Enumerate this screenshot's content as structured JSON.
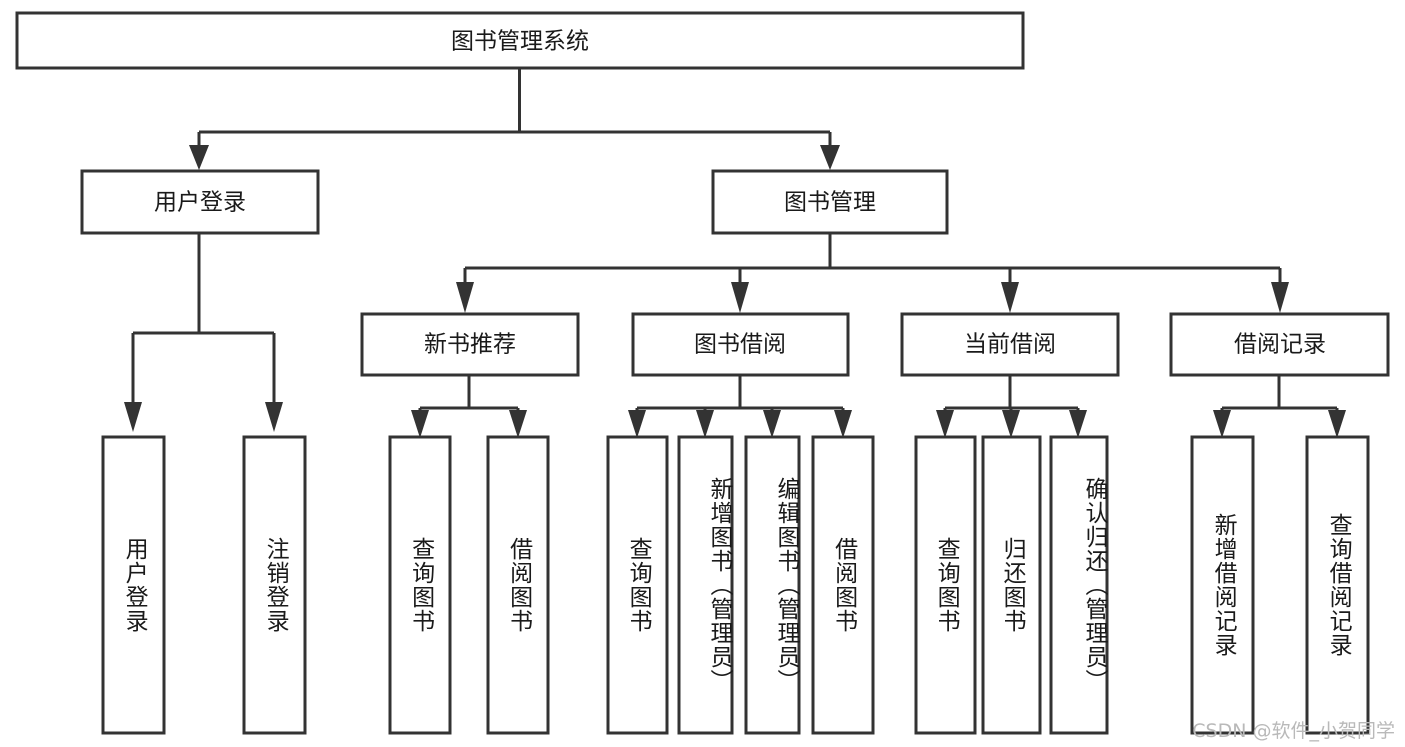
{
  "diagram": {
    "title": "图书管理系统",
    "type": "tree",
    "watermark": "CSDN @软件_小贺同学",
    "colors": {
      "box_stroke": "#333333",
      "box_fill": "#ffffff",
      "connector": "#333333",
      "text": "#1a1a1a",
      "watermark": "#b9b9b9"
    },
    "nodes": {
      "root": {
        "label": "图书管理系统"
      },
      "level2": [
        {
          "id": "user-login",
          "label": "用户登录"
        },
        {
          "id": "book-manage",
          "label": "图书管理"
        }
      ],
      "level3": [
        {
          "id": "new-book-recommend",
          "label": "新书推荐"
        },
        {
          "id": "book-borrow",
          "label": "图书借阅"
        },
        {
          "id": "current-borrow",
          "label": "当前借阅"
        },
        {
          "id": "borrow-record",
          "label": "借阅记录"
        }
      ],
      "leaves": {
        "user-login": [
          {
            "id": "leaf-user-login",
            "label": "用户登录"
          },
          {
            "id": "leaf-user-logout",
            "label": "注销登录"
          }
        ],
        "new-book-recommend": [
          {
            "id": "leaf-query-book-1",
            "label": "查询图书"
          },
          {
            "id": "leaf-borrow-book-1",
            "label": "借阅图书"
          }
        ],
        "book-borrow": [
          {
            "id": "leaf-query-book-2",
            "label": "查询图书"
          },
          {
            "id": "leaf-add-book-admin",
            "label": "新增图书（管理员）"
          },
          {
            "id": "leaf-edit-book-admin",
            "label": "编辑图书（管理员）"
          },
          {
            "id": "leaf-borrow-book-2",
            "label": "借阅图书"
          }
        ],
        "current-borrow": [
          {
            "id": "leaf-query-book-3",
            "label": "查询图书"
          },
          {
            "id": "leaf-return-book",
            "label": "归还图书"
          },
          {
            "id": "leaf-confirm-return-admin",
            "label": "确认归还（管理员）"
          }
        ],
        "borrow-record": [
          {
            "id": "leaf-add-borrow-record",
            "label": "新增借阅记录"
          },
          {
            "id": "leaf-query-borrow-record",
            "label": "查询借阅记录"
          }
        ]
      }
    }
  }
}
